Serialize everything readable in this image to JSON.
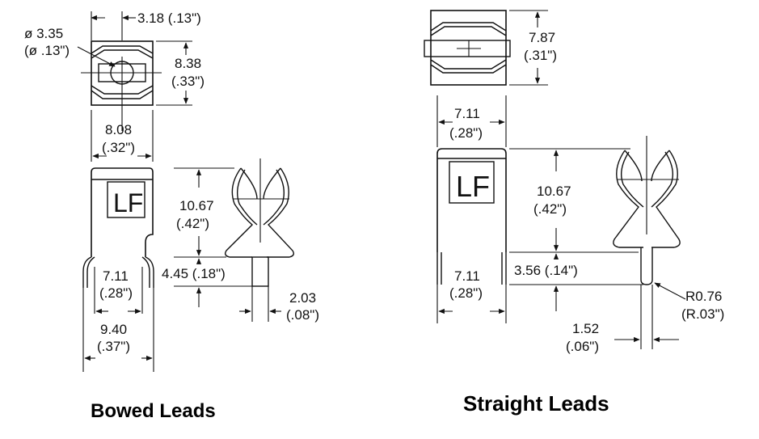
{
  "bowed": {
    "title": "Bowed Leads",
    "logo": "LF",
    "dims": {
      "hole_dia": "ø 3.35",
      "hole_dia_in": "(ø .13\")",
      "slot": "3.18 (.13\")",
      "top_height": "8.38",
      "top_height_in": "(.33\")",
      "top_width": "8.08",
      "top_width_in": "(.32\")",
      "body_height": "10.67",
      "body_height_in": "(.42\")",
      "inner_width": "7.11",
      "inner_width_in": "(.28\")",
      "outer_width": "9.40",
      "outer_width_in": "(.37\")",
      "lead_length": "4.45 (.18\")",
      "lead_width": "2.03",
      "lead_width_in": "(.08\")"
    }
  },
  "straight": {
    "title": "Straight Leads",
    "logo": "LF",
    "dims": {
      "top_height": "7.87",
      "top_height_in": "(.31\")",
      "top_width": "7.11",
      "top_width_in": "(.28\")",
      "body_height": "10.67",
      "body_height_in": "(.42\")",
      "lead_spacing": "7.11",
      "lead_spacing_in": "(.28\")",
      "lead_length": "3.56 (.14\")",
      "radius": "R0.76",
      "radius_in": "(R.03\")",
      "lead_width": "1.52",
      "lead_width_in": "(.06\")"
    }
  }
}
